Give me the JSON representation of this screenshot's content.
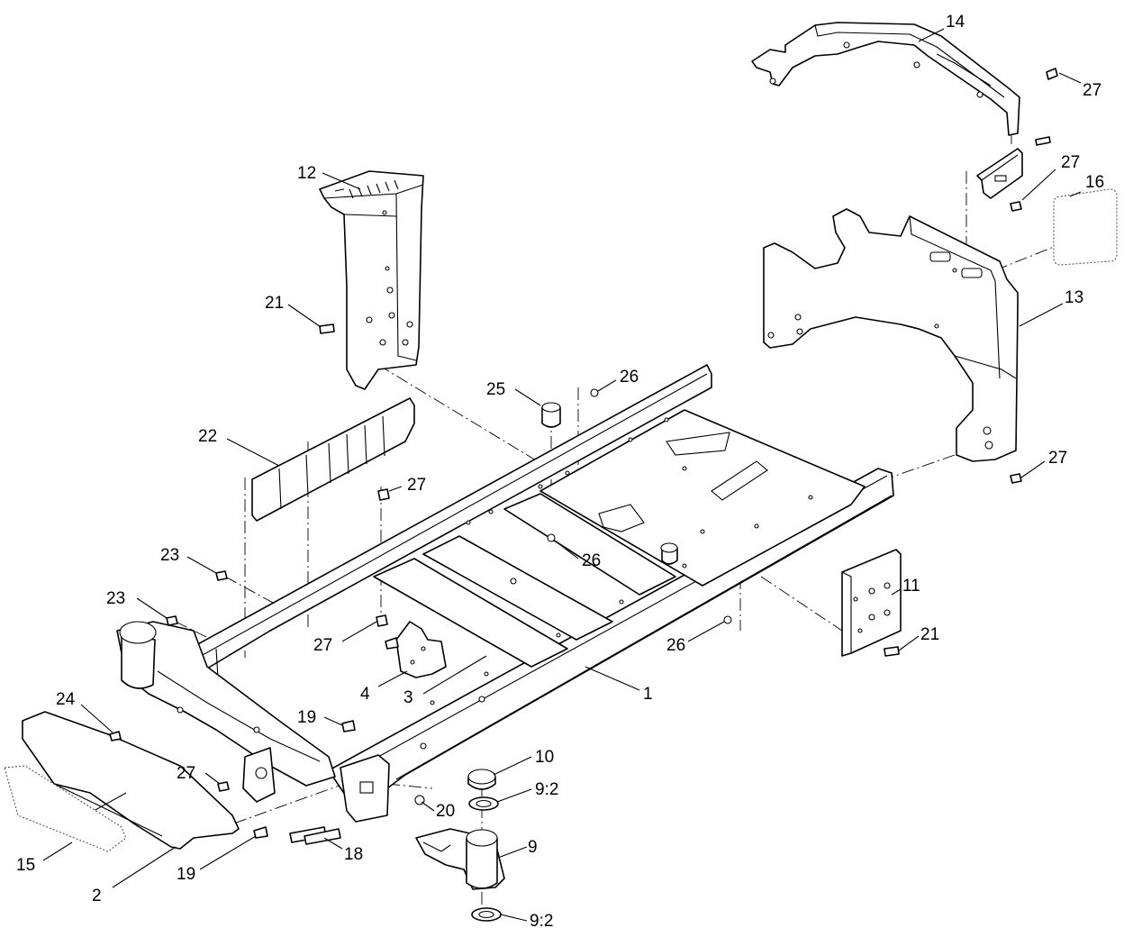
{
  "diagram": {
    "callouts": [
      {
        "id": "c1",
        "label": "1"
      },
      {
        "id": "c2",
        "label": "2"
      },
      {
        "id": "c3",
        "label": "3"
      },
      {
        "id": "c4",
        "label": "4"
      },
      {
        "id": "c9",
        "label": "9"
      },
      {
        "id": "c9a",
        "label": "9:2"
      },
      {
        "id": "c9b",
        "label": "9:2"
      },
      {
        "id": "c10",
        "label": "10"
      },
      {
        "id": "c11",
        "label": "11"
      },
      {
        "id": "c12",
        "label": "12"
      },
      {
        "id": "c13",
        "label": "13"
      },
      {
        "id": "c14",
        "label": "14"
      },
      {
        "id": "c15",
        "label": "15"
      },
      {
        "id": "c16",
        "label": "16"
      },
      {
        "id": "c18",
        "label": "18"
      },
      {
        "id": "c19a",
        "label": "19"
      },
      {
        "id": "c19b",
        "label": "19"
      },
      {
        "id": "c20",
        "label": "20"
      },
      {
        "id": "c21a",
        "label": "21"
      },
      {
        "id": "c21b",
        "label": "21"
      },
      {
        "id": "c22",
        "label": "22"
      },
      {
        "id": "c23a",
        "label": "23"
      },
      {
        "id": "c23b",
        "label": "23"
      },
      {
        "id": "c24",
        "label": "24"
      },
      {
        "id": "c25",
        "label": "25"
      },
      {
        "id": "c26a",
        "label": "26"
      },
      {
        "id": "c26b",
        "label": "26"
      },
      {
        "id": "c26c",
        "label": "26"
      },
      {
        "id": "c27a",
        "label": "27"
      },
      {
        "id": "c27b",
        "label": "27"
      },
      {
        "id": "c27c",
        "label": "27"
      },
      {
        "id": "c27d",
        "label": "27"
      },
      {
        "id": "c27e",
        "label": "27"
      },
      {
        "id": "c27f",
        "label": "27"
      }
    ]
  }
}
